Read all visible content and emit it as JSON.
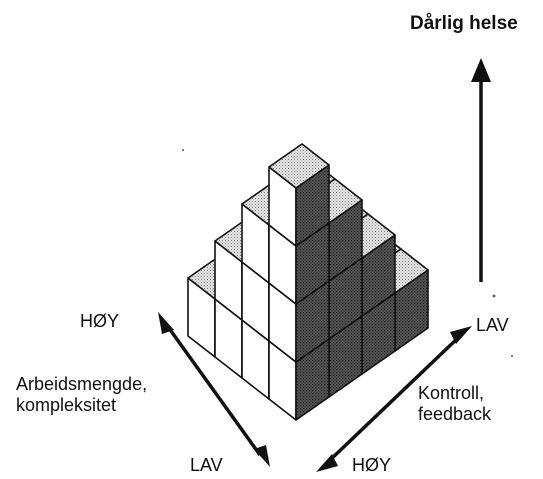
{
  "labels": {
    "health_top": "Dårlig helse",
    "left_high": "HØY",
    "workload_line1": "Arbeidsmengde,",
    "workload_line2": "kompleksitet",
    "left_low": "LAV",
    "right_low": "LAV",
    "control_line1": "Kontroll,",
    "control_line2": "feedback",
    "bottom_high": "HØY"
  },
  "colors": {
    "ink": "#111111",
    "light_face": "#ffffff",
    "top_face": "#cfcfcf",
    "dark_face": "#3a3a3a"
  }
}
